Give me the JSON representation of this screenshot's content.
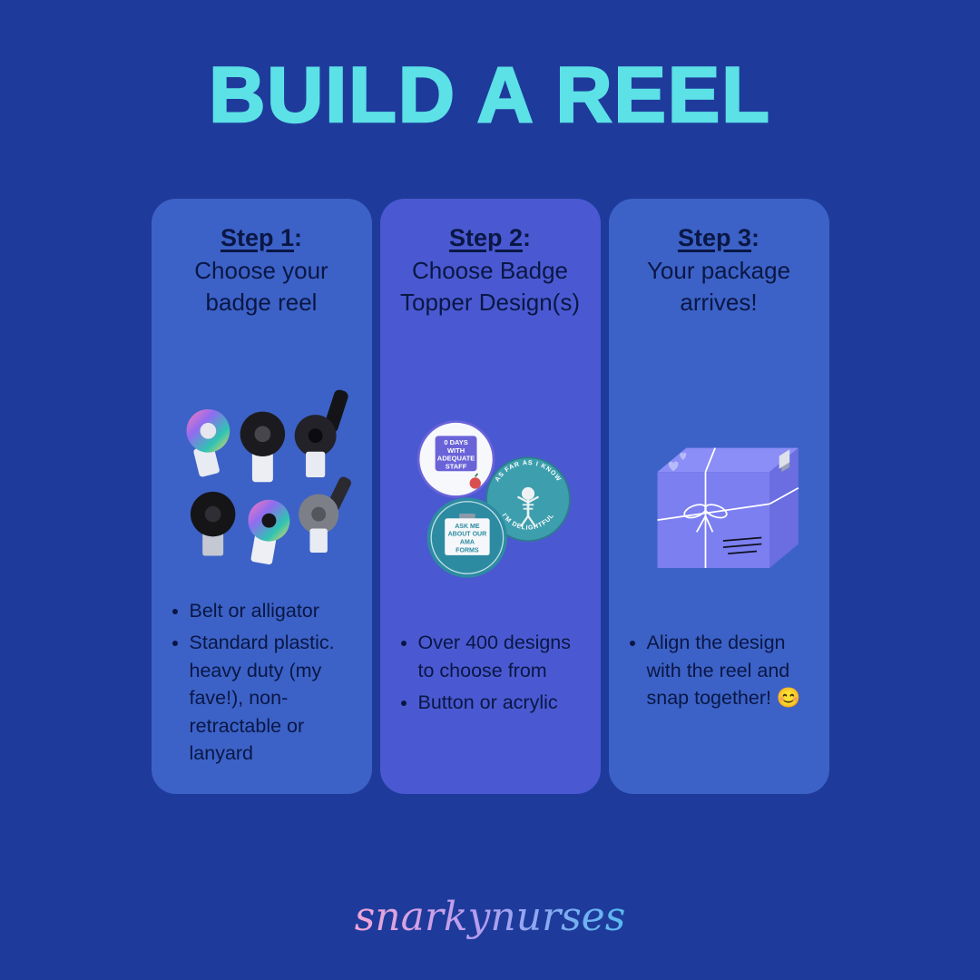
{
  "page": {
    "title": "BUILD A REEL",
    "brand": "snarkynurses"
  },
  "colors": {
    "background": "#1e3b9c",
    "title": "#5ce1e6",
    "card_primary": "#3c62c7",
    "card_secondary": "#4a59d1",
    "text_dark": "#0a1745"
  },
  "steps": [
    {
      "label": "Step 1",
      "colon": ":",
      "subtitle": "Choose your badge reel",
      "bullets": [
        "Belt or alligator",
        "Standard plastic. heavy duty (my fave!), non-retractable or lanyard"
      ]
    },
    {
      "label": "Step 2",
      "colon": ":",
      "subtitle": "Choose Badge Topper Design(s)",
      "bullets": [
        "Over 400 designs to choose from",
        "Button or acrylic"
      ]
    },
    {
      "label": "Step 3",
      "colon": ":",
      "subtitle": "Your package arrives!",
      "bullets": [
        "Align the design with the reel and snap together! 😊"
      ]
    }
  ],
  "badges": {
    "staff": {
      "lines": [
        "0 DAYS",
        "WITH",
        "ADEQUATE",
        "STAFF"
      ]
    },
    "ama": {
      "lines": [
        "ASK ME",
        "ABOUT OUR",
        "AMA",
        "FORMS"
      ]
    },
    "delightful": {
      "top": "AS FAR AS I KNOW",
      "bottom": "I'M  DELIGHTFUL"
    }
  }
}
